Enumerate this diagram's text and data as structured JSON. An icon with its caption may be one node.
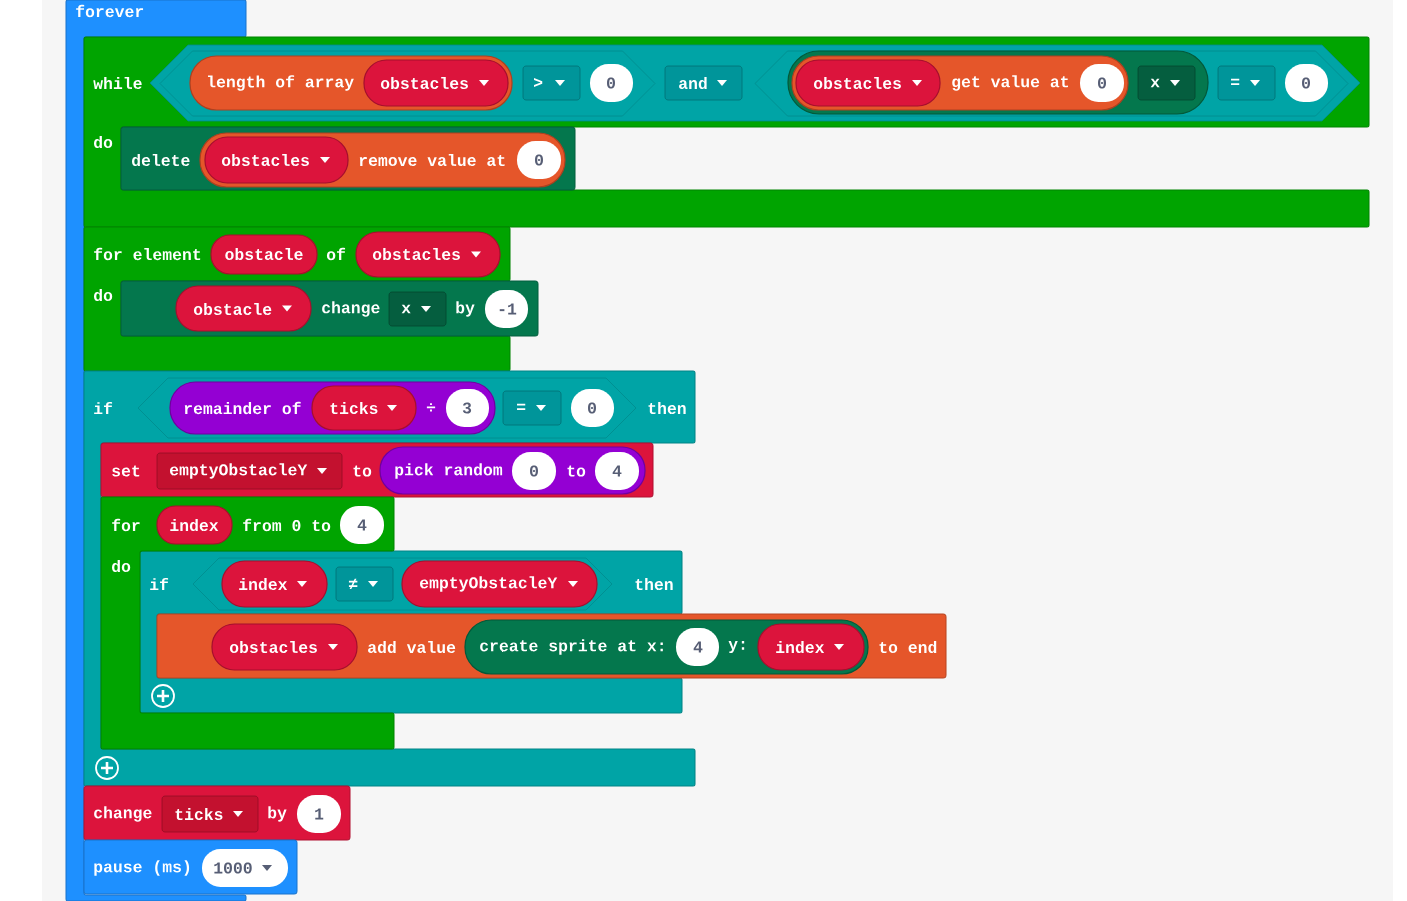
{
  "diagram": {
    "nodes": [
      {
        "text": [
          "forever"
        ]
      },
      {
        "text": [
          "while",
          "do"
        ]
      },
      {
        "text": [],
        "shape": "hexagon",
        "in": 1
      },
      {
        "text": [],
        "shape": "hexagon",
        "in": 2
      },
      {
        "text": [
          "length of array"
        ],
        "in": 3
      },
      {
        "text": [
          "obstacles"
        ],
        "in": 4
      },
      {
        "text": [
          ">"
        ],
        "in": 3
      },
      {
        "text": [
          "0"
        ],
        "in": 3
      },
      {
        "text": [
          "and"
        ],
        "in": 2
      },
      {
        "text": [],
        "shape": "hexagon",
        "in": 2
      },
      {
        "text": [],
        "shape": "pill",
        "in": 9
      },
      {
        "text": [
          "get value at"
        ],
        "in": 10
      },
      {
        "text": [
          "obstacles"
        ],
        "in": 11
      },
      {
        "text": [
          "0"
        ],
        "in": 11
      },
      {
        "text": [
          "x"
        ],
        "in": 10
      },
      {
        "text": [
          "="
        ],
        "in": 9
      },
      {
        "text": [
          "0"
        ],
        "in": 9
      },
      {
        "text": [
          "delete"
        ],
        "in": 1
      },
      {
        "text": [
          "remove value at"
        ],
        "in": 17
      },
      {
        "text": [
          "obstacles"
        ],
        "in": 18
      },
      {
        "text": [
          "0"
        ],
        "in": 18
      },
      {
        "text": [
          "for element",
          "of",
          "do"
        ]
      },
      {
        "text": [
          "obstacle"
        ],
        "in": 21
      },
      {
        "text": [
          "obstacles"
        ],
        "in": 21
      },
      {
        "text": [
          "change",
          "by"
        ]
      },
      {
        "text": [
          "obstacle"
        ],
        "in": 24
      },
      {
        "text": [
          "x"
        ],
        "in": 24
      },
      {
        "text": [
          "-1"
        ],
        "in": 24
      },
      {
        "text": [
          "if",
          "then"
        ]
      },
      {
        "text": [],
        "shape": "hexagon",
        "in": 28
      },
      {
        "text": [
          "remainder of",
          "÷"
        ],
        "in": 29
      },
      {
        "text": [
          "ticks"
        ],
        "in": 30
      },
      {
        "text": [
          "3"
        ],
        "in": 30
      },
      {
        "text": [
          "="
        ],
        "in": 29
      },
      {
        "text": [
          "0"
        ],
        "in": 29
      },
      {
        "text": [
          "set",
          "to"
        ],
        "in": 28
      },
      {
        "text": [
          "emptyObstacleY"
        ],
        "in": 35
      },
      {
        "text": [
          "pick random",
          "to"
        ],
        "in": 35
      },
      {
        "text": [
          "0"
        ],
        "in": 37
      },
      {
        "text": [
          "4"
        ],
        "in": 37
      },
      {
        "text": [
          "for",
          "from 0 to",
          "do"
        ],
        "in": 28
      },
      {
        "text": [
          "index"
        ],
        "in": 40
      },
      {
        "text": [
          "4"
        ],
        "in": 40
      },
      {
        "text": [
          "if",
          "then"
        ]
      },
      {
        "text": [],
        "shape": "hexagon",
        "in": 43
      },
      {
        "text": [
          "index"
        ],
        "in": 44
      },
      {
        "text": [
          "≠"
        ],
        "in": 44
      },
      {
        "text": [
          "emptyObstacleY"
        ],
        "in": 44
      },
      {
        "text": [
          "add value",
          "to end"
        ]
      },
      {
        "text": [
          "obstacles"
        ],
        "in": 48
      },
      {
        "text": [
          "create sprite at x:",
          "y:"
        ],
        "in": 48
      },
      {
        "text": [
          "4"
        ],
        "in": 50
      },
      {
        "text": [
          "index"
        ],
        "in": 50
      },
      {
        "text": [
          "change",
          "by"
        ]
      },
      {
        "text": [
          "ticks"
        ],
        "in": 53
      },
      {
        "text": [
          "1"
        ],
        "in": 53
      },
      {
        "text": [
          "pause (ms)"
        ]
      },
      {
        "text": [
          "1000"
        ],
        "in": 56
      }
    ]
  }
}
